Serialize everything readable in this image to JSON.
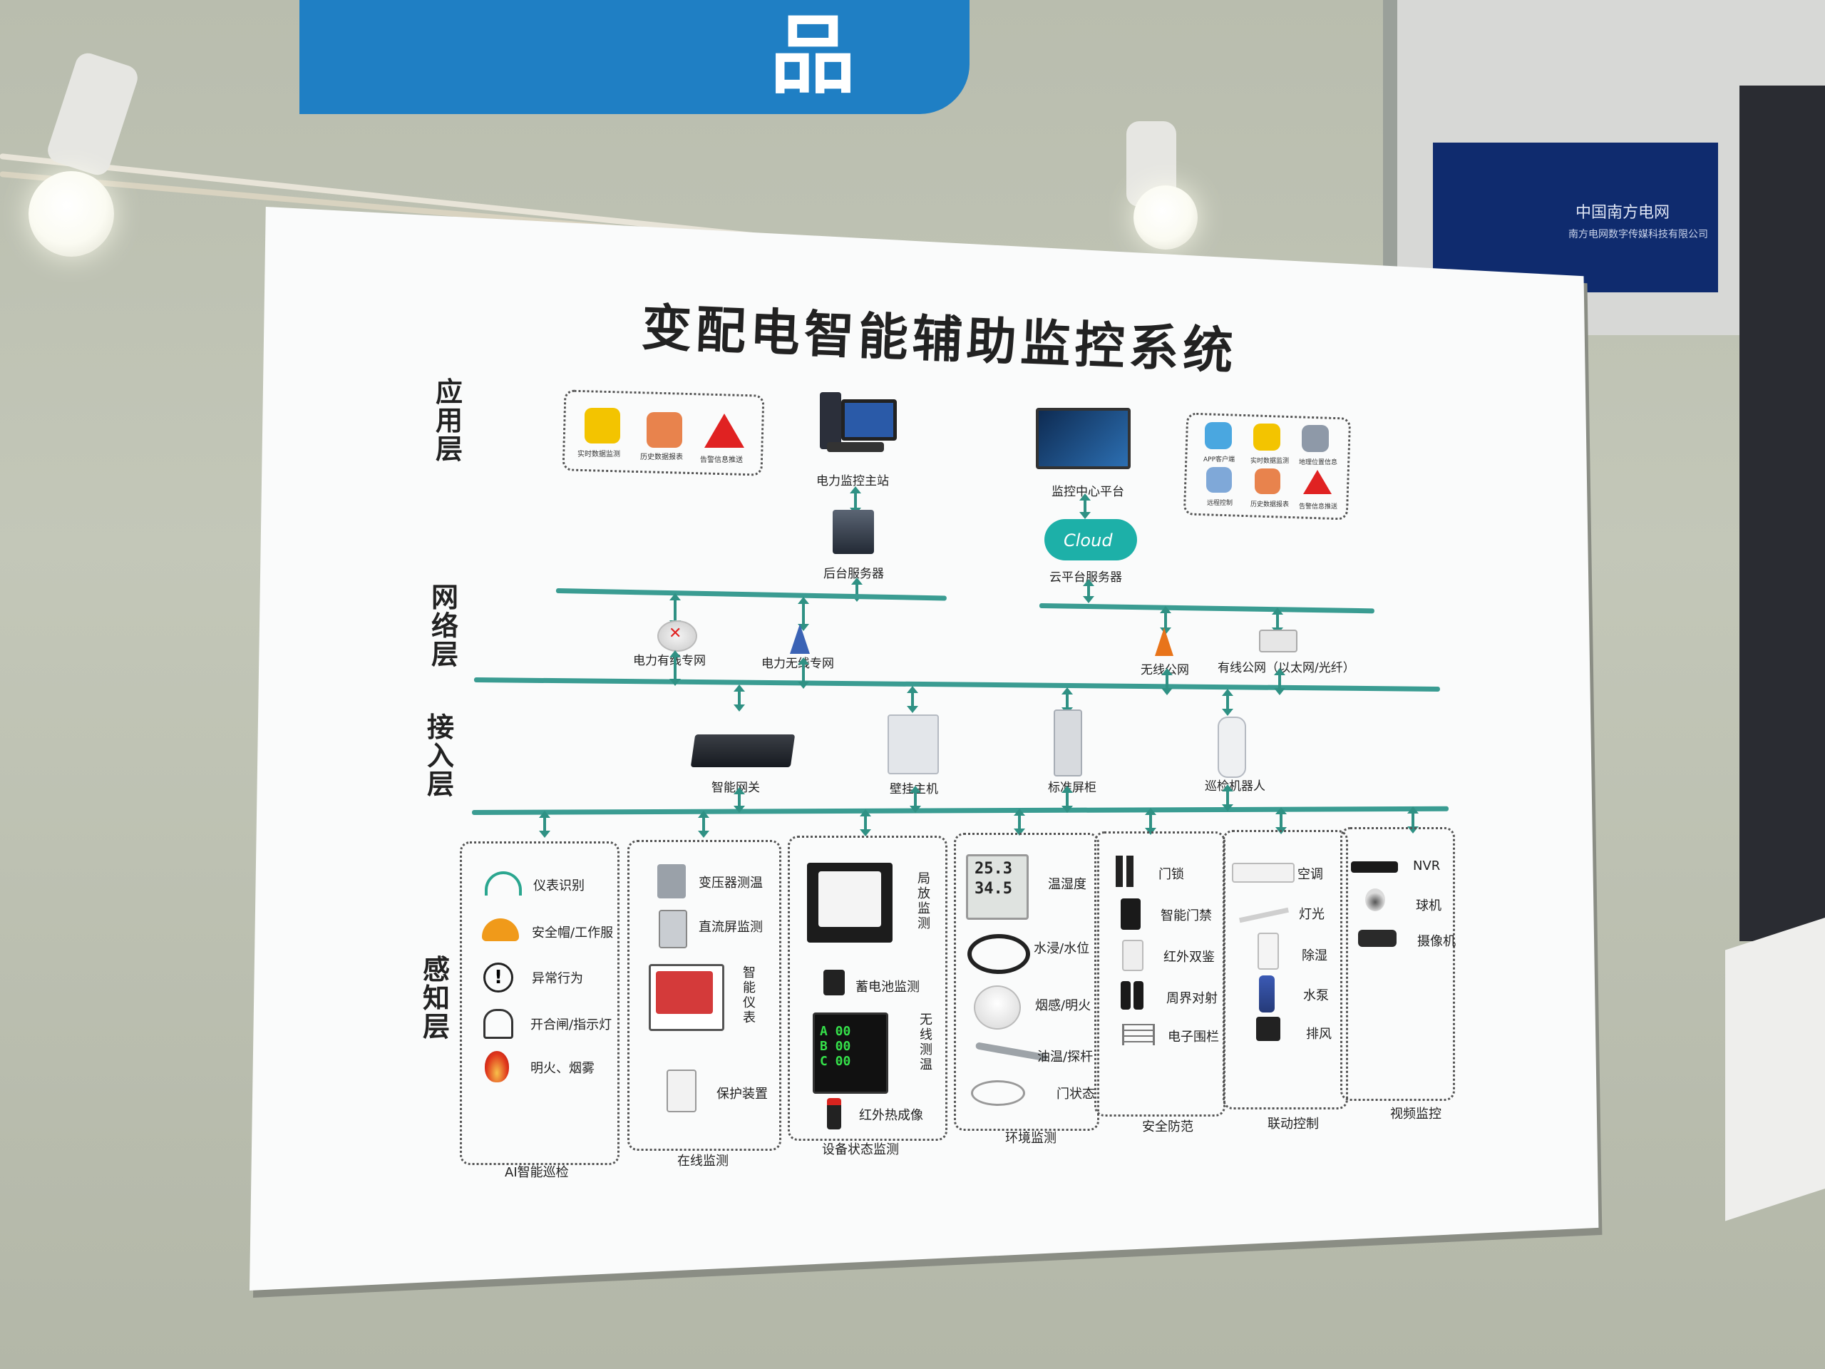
{
  "banner": {
    "text": "品"
  },
  "sign": {
    "name": "中国南方电网",
    "company": "南方电网数字传媒科技有限公司"
  },
  "board": {
    "title": "变配电智能辅助监控系统",
    "layers": {
      "app": "应用层",
      "net": "网络层",
      "access": "接入层",
      "sense": "感知层"
    },
    "app_left": [
      "实时数据监测",
      "历史数据报表",
      "告警信息推送"
    ],
    "app_right": [
      "APP客户端",
      "实时数据监测",
      "地理位置信息",
      "远程控制",
      "历史数据报表",
      "告警信息推送"
    ],
    "cloud_text": "Cloud",
    "nodes": {
      "master": "电力监控主站",
      "backend": "后台服务器",
      "center": "监控中心平台",
      "cloud": "云平台服务器",
      "wired_private": "电力有线专网",
      "wireless_private": "电力无线专网",
      "wireless_public": "无线公网",
      "wired_public": "有线公网（以太网/光纤）",
      "gateway": "智能网关",
      "wall_host": "壁挂主机",
      "cabinet": "标准屏柜",
      "robot": "巡检机器人"
    },
    "groups": {
      "ai": {
        "label": "AI智能巡检",
        "items": [
          "仪表识别",
          "安全帽/工作服",
          "异常行为",
          "开合闸/指示灯",
          "明火、烟雾"
        ]
      },
      "online": {
        "label": "在线监测",
        "items": [
          "变压器测温",
          "直流屏监测",
          "智能仪表",
          "保护装置"
        ]
      },
      "equip": {
        "label": "设备状态监测",
        "items": [
          "局放监测",
          "蓄电池监测",
          "无线测温",
          "红外热成像"
        ]
      },
      "env": {
        "label": "环境监测",
        "items": [
          "温湿度",
          "水浸/水位",
          "烟感/明火",
          "油温/探杆",
          "门状态"
        ],
        "display": [
          "25.3",
          "34.5"
        ]
      },
      "security": {
        "label": "安全防范",
        "items": [
          "门锁",
          "智能门禁",
          "红外双鉴",
          "周界对射",
          "电子围栏"
        ]
      },
      "linkage": {
        "label": "联动控制",
        "items": [
          "空调",
          "灯光",
          "除湿",
          "水泵",
          "排风"
        ]
      },
      "video": {
        "label": "视频监控",
        "items": [
          "NVR",
          "球机",
          "摄像机"
        ]
      }
    }
  }
}
